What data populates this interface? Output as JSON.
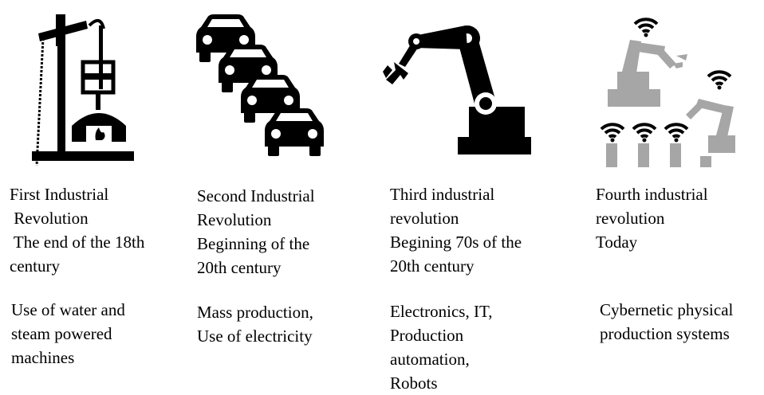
{
  "columns": [
    {
      "icon": "steam-engine-icon",
      "title_lines": [
        "First Industrial",
        " Revolution"
      ],
      "date_lines": [
        " The end of the 18th",
        "century"
      ],
      "desc_lines": [
        "Use of water and",
        "steam powered",
        "machines"
      ]
    },
    {
      "icon": "cars-assembly-line-icon",
      "title_lines": [
        "Second Industrial",
        "Revolution"
      ],
      "date_lines": [
        "Beginning of the",
        "20th century"
      ],
      "desc_lines": [
        "Mass production,",
        "Use of electricity"
      ]
    },
    {
      "icon": "robot-arm-icon",
      "title_lines": [
        "Third industrial",
        "revolution"
      ],
      "date_lines": [
        "Begining 70s of the",
        "20th century"
      ],
      "desc_lines": [
        "Electronics, IT,",
        "Production",
        "automation,",
        "Robots"
      ]
    },
    {
      "icon": "connected-robots-icon",
      "title_lines": [
        "Fourth industrial",
        "revolution"
      ],
      "date_lines": [
        "Today"
      ],
      "desc_lines": [
        "Cybernetic physical",
        "production systems"
      ]
    }
  ],
  "colors": {
    "icon_dark": "#000000",
    "icon_gray": "#a6a6a6"
  }
}
